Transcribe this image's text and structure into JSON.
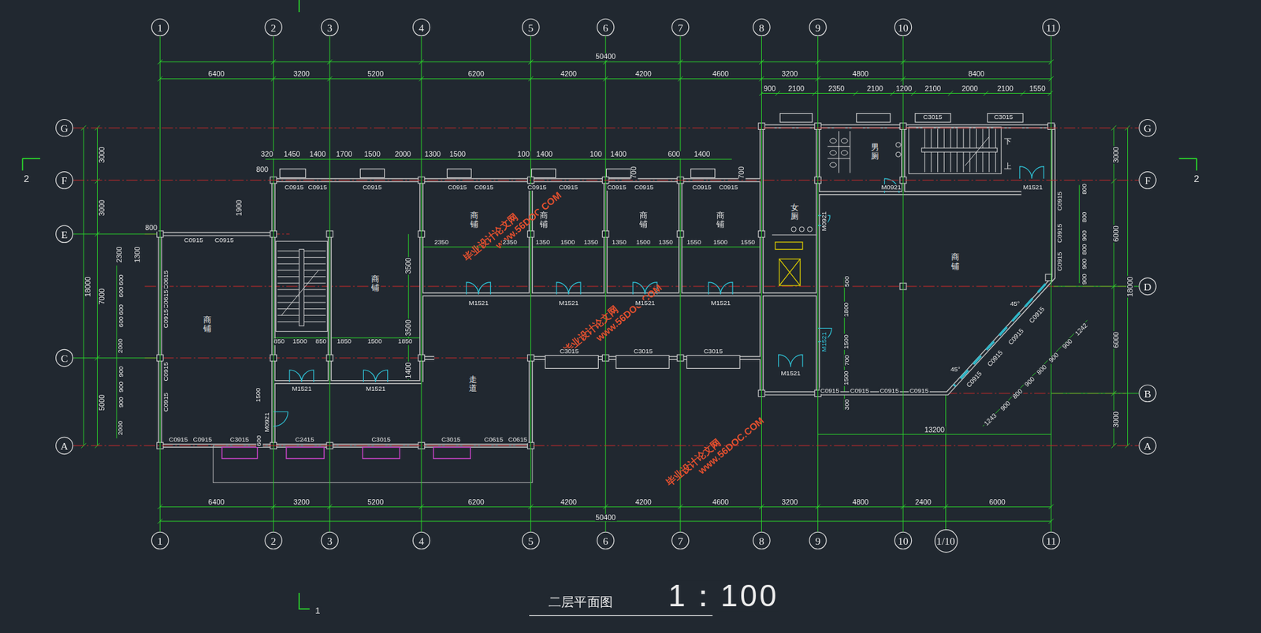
{
  "diagram": {
    "title": "二层平面图",
    "caption": "1：100",
    "nodes": [
      {
        "text": [
          "1"
        ]
      },
      {
        "text": [
          "2"
        ]
      },
      {
        "text": [
          "3"
        ]
      },
      {
        "text": [
          "4"
        ]
      },
      {
        "text": [
          "5"
        ]
      },
      {
        "text": [
          "6"
        ]
      },
      {
        "text": [
          "7"
        ]
      },
      {
        "text": [
          "8"
        ]
      },
      {
        "text": [
          "9"
        ]
      },
      {
        "text": [
          "10"
        ]
      },
      {
        "text": [
          "11"
        ]
      },
      {
        "text": [
          "G"
        ]
      },
      {
        "text": [
          "F"
        ]
      },
      {
        "text": [
          "E"
        ]
      },
      {
        "text": [
          "C"
        ]
      },
      {
        "text": [
          "A"
        ]
      },
      {
        "text": [
          "G"
        ]
      },
      {
        "text": [
          "F"
        ]
      },
      {
        "text": [
          "D"
        ]
      },
      {
        "text": [
          "B"
        ]
      },
      {
        "text": [
          "A"
        ]
      },
      {
        "text": [
          "1"
        ]
      },
      {
        "text": [
          "2"
        ]
      },
      {
        "text": [
          "3"
        ]
      },
      {
        "text": [
          "4"
        ]
      },
      {
        "text": [
          "5"
        ]
      },
      {
        "text": [
          "6"
        ]
      },
      {
        "text": [
          "7"
        ]
      },
      {
        "text": [
          "8"
        ]
      },
      {
        "text": [
          "9"
        ]
      },
      {
        "text": [
          "10"
        ]
      },
      {
        "text": [
          "1/10"
        ]
      },
      {
        "text": [
          "11"
        ]
      }
    ],
    "edges": [
      {
        "from": 0,
        "to": 21,
        "arrow": "none"
      },
      {
        "from": 1,
        "to": 22,
        "arrow": "none"
      },
      {
        "from": 2,
        "to": 23,
        "arrow": "none"
      },
      {
        "from": 3,
        "to": 24,
        "arrow": "none"
      },
      {
        "from": 4,
        "to": 25,
        "arrow": "none"
      },
      {
        "from": 5,
        "to": 26,
        "arrow": "none"
      },
      {
        "from": 6,
        "to": 27,
        "arrow": "none"
      },
      {
        "from": 7,
        "to": 28,
        "arrow": "none"
      },
      {
        "from": 8,
        "to": 29,
        "arrow": "none"
      },
      {
        "from": 9,
        "to": 30,
        "arrow": "none"
      },
      {
        "from": 10,
        "to": 32,
        "arrow": "none"
      },
      {
        "from": 11,
        "to": 16,
        "arrow": "none"
      },
      {
        "from": 12,
        "to": 17,
        "arrow": "none"
      },
      {
        "from": 15,
        "to": 20,
        "arrow": "none"
      }
    ],
    "labels": [
      "50400",
      "6400",
      "3200",
      "5200",
      "6200",
      "4200",
      "4200",
      "4600",
      "3200",
      "4800",
      "8400",
      "900",
      "2100",
      "2350",
      "2100",
      "1200",
      "2100",
      "2000",
      "2100",
      "1550",
      "C3015",
      "C3015",
      "320",
      "1450",
      "1400",
      "1700",
      "1500",
      "2000",
      "1300",
      "1500",
      "100",
      "1400",
      "100",
      "1400",
      "600",
      "1400",
      "800",
      "700",
      "700",
      "C0915",
      "C0915",
      "C0915",
      "C0915",
      "C0915",
      "C0915",
      "C0915",
      "C0915",
      "C0915",
      "C0915",
      "C0915",
      "1900",
      "800",
      "1300",
      "2300",
      "C0915",
      "C0915",
      "C0615",
      "C0615",
      "C0915",
      "C0915",
      "C0915",
      "600",
      "600",
      "600",
      "600",
      "2000",
      "900",
      "900",
      "900",
      "2000",
      "3000",
      "3000",
      "7000",
      "5000",
      "18000",
      "3000",
      "6000",
      "18000",
      "6000",
      "3000",
      "800",
      "800",
      "900",
      "800",
      "900",
      "900",
      "C0915",
      "C0915",
      "C0915",
      "2350",
      "2350",
      "1350",
      "1500",
      "1350",
      "1350",
      "1500",
      "1350",
      "1550",
      "1500",
      "1550",
      "3500",
      "3500",
      "M1521",
      "M1521",
      "M1521",
      "M1521",
      "850",
      "1500",
      "850",
      "1850",
      "1500",
      "1850",
      "1400",
      "M1521",
      "M1521",
      "M0921",
      "M0921",
      "M1521",
      "M1521",
      "M1521",
      "C3015",
      "C3015",
      "C3015",
      "500",
      "1800",
      "1500",
      "700",
      "1500",
      "300",
      "C0915",
      "C0915",
      "C0915",
      "C0915",
      "45°",
      "45°",
      "C0915",
      "C0915",
      "C0915",
      "C0915",
      "1243",
      "900",
      "800",
      "900",
      "800",
      "900",
      "900",
      "1242",
      "13200",
      "1500",
      "M0921",
      "600",
      "C0915",
      "C0915",
      "C3015",
      "C2415",
      "C3015",
      "C3015",
      "C0615",
      "C0615",
      "6400",
      "3200",
      "5200",
      "6200",
      "4200",
      "4200",
      "4600",
      "3200",
      "4800",
      "2400",
      "6000",
      "50400",
      "商铺",
      "商铺",
      "商铺",
      "商铺",
      "商铺",
      "商铺",
      "商铺",
      "走道",
      "女厕",
      "男厕",
      "下",
      "上",
      "2",
      "2",
      "1",
      "毕业设计论文网",
      "www.56DOC.COM",
      "毕业设计论文网",
      "www.56DOC.COM",
      "毕业设计论文网",
      "www.56DOC.COM"
    ]
  }
}
